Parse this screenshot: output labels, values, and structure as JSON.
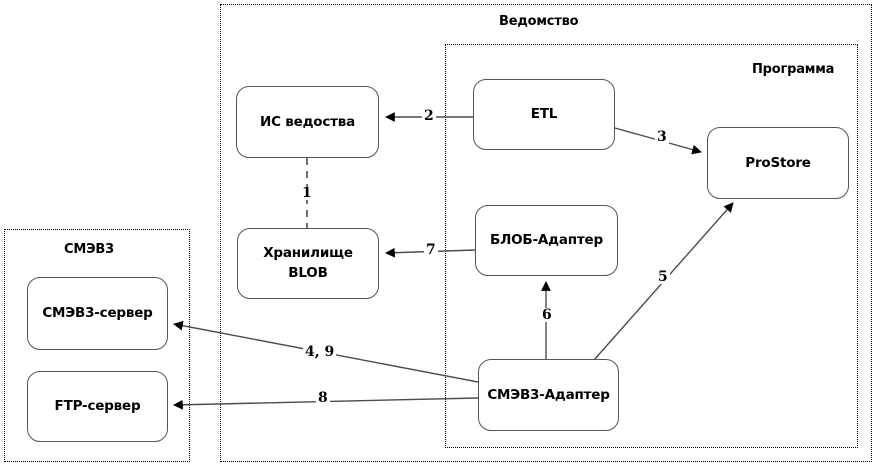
{
  "diagram": {
    "title_zones": {
      "vedomstvo": "Ведомство",
      "programma": "Программа",
      "smev3": "СМЭВ3"
    },
    "nodes": {
      "is_vedomstva": "ИС ведоства",
      "hranilishe_blob": "Хранилище BLOB",
      "etl": "ETL",
      "prostore": "ProStore",
      "blob_adapter": "БЛОБ-Адаптер",
      "smev3_adapter": "СМЭВ3-Адаптер",
      "smev3_server": "СМЭВ3-сервер",
      "ftp_server": "FTP-сервер"
    },
    "edge_labels": {
      "e1": "1",
      "e2": "2",
      "e3": "3",
      "e4_9": "4, 9",
      "e5": "5",
      "e6": "6",
      "e7": "7",
      "e8": "8"
    },
    "colors": {
      "stroke": "#555555",
      "line": "#4d4d4d",
      "text": "#000000",
      "background": "#ffffff"
    }
  }
}
